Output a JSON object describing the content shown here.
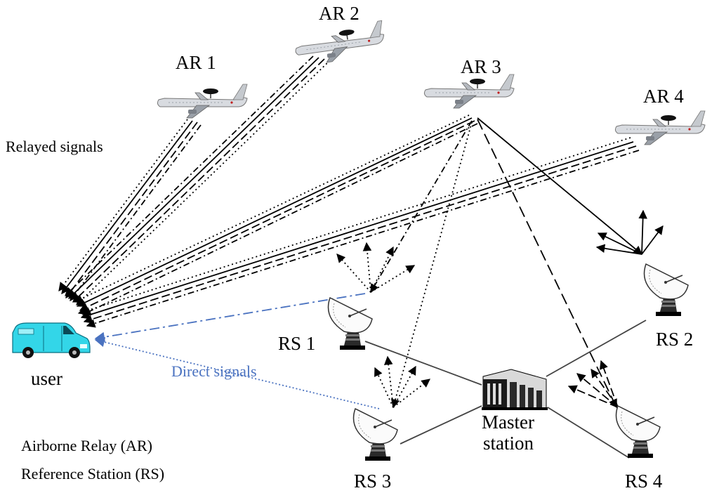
{
  "labels": {
    "ar1": "AR 1",
    "ar2": "AR 2",
    "ar3": "AR 3",
    "ar4": "AR 4",
    "rs1": "RS 1",
    "rs2": "RS 2",
    "rs3": "RS 3",
    "rs4": "RS 4",
    "master_line1": "Master",
    "master_line2": "station",
    "user": "user",
    "relayed_signals": "Relayed signals",
    "direct_signals": "Direct signals",
    "legend_ar": "Airborne Relay (AR)",
    "legend_rs": "Reference Station (RS)"
  },
  "colors": {
    "line": "#000000",
    "direct_signal": "#4a72c0",
    "van": "#33d6e8",
    "link": "#444444"
  },
  "icons": {
    "aircraft": "airplane-icon",
    "station": "satellite-dish-icon",
    "master": "building-icon",
    "user": "van-icon"
  }
}
